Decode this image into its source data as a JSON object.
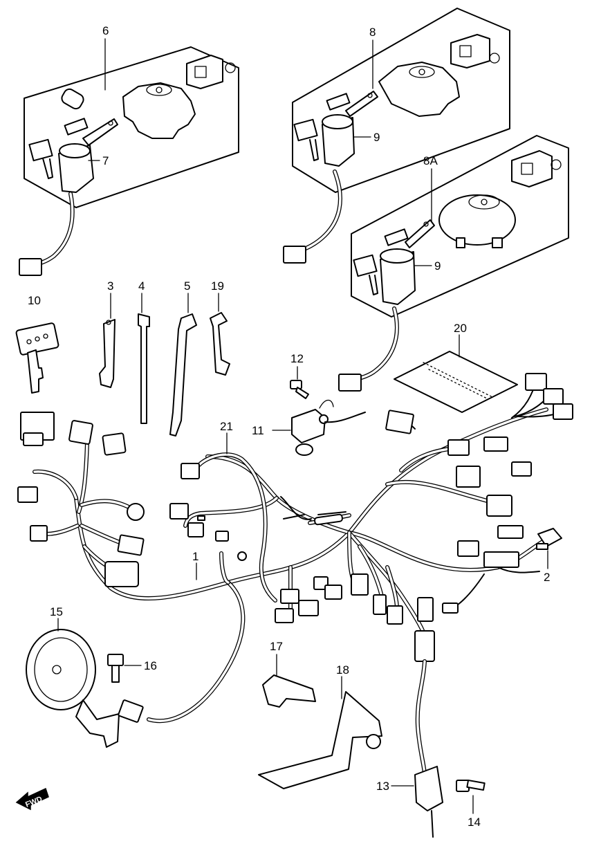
{
  "callouts": {
    "c1": "1",
    "c2": "2",
    "c3": "3",
    "c4": "4",
    "c5": "5",
    "c6": "6",
    "c7": "7",
    "c8": "8",
    "c8a": "8A",
    "c9a": "9",
    "c9b": "9",
    "c10": "10",
    "c11": "11",
    "c12": "12",
    "c13": "13",
    "c14": "14",
    "c15": "15",
    "c16": "16",
    "c17": "17",
    "c18": "18",
    "c19": "19",
    "c20": "20",
    "c21": "21"
  },
  "direction_badge": "FWD",
  "colors": {
    "ink": "#000000",
    "paper": "#ffffff"
  }
}
